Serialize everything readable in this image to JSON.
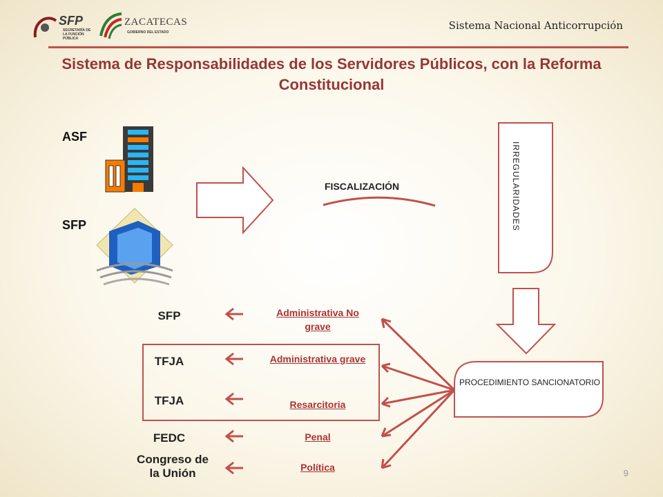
{
  "header": {
    "sfp_logo_text": "SFP",
    "sfp_logo_subtext": "SECRETARÍA DE LA FUNCIÓN PÚBLICA",
    "zac_logo_text": "ZACATECAS",
    "zac_logo_subtext": "GOBIERNO DEL ESTADO",
    "section_label": "Sistema Nacional Anticorrupción"
  },
  "title": "Sistema de Responsabilidades de los Servidores Públicos, con la Reforma Constitucional",
  "diagram": {
    "top_labels": {
      "asf": "ASF",
      "sfp": "SFP"
    },
    "fiscalizacion": "FISCALIZACIÓN",
    "irregularidades": "IRREGULARIDADES",
    "procedimiento": "PROCEDIMIENTO SANCIONATORIO",
    "authorities": [
      "SFP",
      "TFJA",
      "TFJA",
      "FEDC",
      "Congreso de la Unión"
    ],
    "responsibility_types": [
      "Administrativa No grave",
      "Administrativa grave",
      "Resarcitoria",
      "Penal",
      "Política"
    ]
  },
  "colors": {
    "accent": "#c0504d",
    "title": "#953735"
  },
  "page_number": "9"
}
